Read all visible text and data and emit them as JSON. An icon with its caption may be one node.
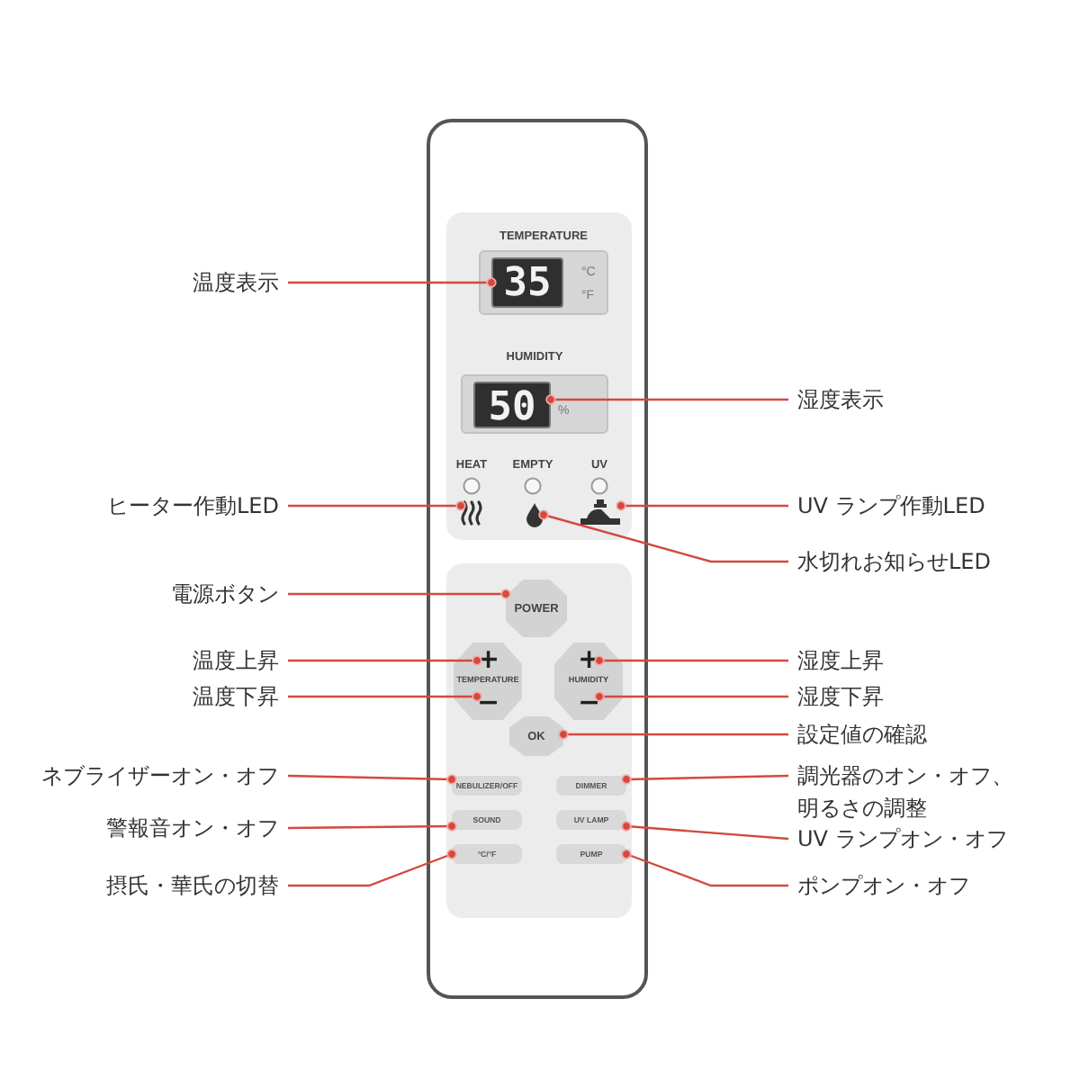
{
  "diagram": {
    "nodes": [
      {
        "text": [
          "温度表示"
        ]
      },
      {
        "text": [
          "°C",
          "°F"
        ]
      },
      {
        "text": [
          "35"
        ],
        "in": 1
      },
      {
        "text": [
          "%"
        ]
      },
      {
        "text": [
          "50"
        ],
        "in": 3
      },
      {
        "text": [
          "湿度表示"
        ]
      },
      {
        "text": [
          "ヒーター作動LED"
        ]
      },
      {
        "text": [],
        "shape": "picture"
      },
      {
        "text": [],
        "shape": "picture"
      },
      {
        "text": [],
        "shape": "picture"
      },
      {
        "text": [
          "UV ランプ作動LED"
        ]
      },
      {
        "text": [
          "水切れお知らせLED"
        ]
      },
      {
        "text": [
          "電源ボタン"
        ]
      },
      {
        "text": [
          "POWER"
        ]
      },
      {
        "text": [
          "温度上昇"
        ]
      },
      {
        "text": [
          "TEMPERATURE"
        ]
      },
      {
        "text": [
          "+"
        ],
        "in": 15
      },
      {
        "text": [
          "−"
        ],
        "in": 15
      },
      {
        "text": [
          "HUMIDITY"
        ]
      },
      {
        "text": [
          "+"
        ],
        "in": 18
      },
      {
        "text": [
          "−"
        ],
        "in": 18
      },
      {
        "text": [
          "湿度上昇"
        ]
      },
      {
        "text": [
          "温度下昇"
        ]
      },
      {
        "text": [
          "湿度下昇"
        ]
      },
      {
        "text": [
          "OK"
        ]
      },
      {
        "text": [
          "設定値の確認"
        ]
      },
      {
        "text": [
          "ネブライザーオン・オフ"
        ]
      },
      {
        "text": [
          "NEBULIZER/OFF"
        ]
      },
      {
        "text": [
          "DIMMER"
        ]
      },
      {
        "text": [
          "調光器のオン・オフ、明るさの調整"
        ]
      },
      {
        "text": [
          "警報音オン・オフ"
        ]
      },
      {
        "text": [
          "SOUND"
        ]
      },
      {
        "text": [
          "UV LAMP"
        ]
      },
      {
        "text": [
          "UV ランプオン・オフ"
        ]
      },
      {
        "text": [
          "摂氏・華氏の切替"
        ]
      },
      {
        "text": [
          "°C/°F"
        ]
      },
      {
        "text": [
          "PUMP"
        ]
      },
      {
        "text": [
          "ポンプオン・オフ"
        ]
      }
    ],
    "edges": [
      {
        "from": 0,
        "to": 2,
        "arrow": "other"
      },
      {
        "from": 5,
        "to": 4,
        "arrow": "other"
      },
      {
        "from": 6,
        "to": 7,
        "arrow": "other"
      },
      {
        "from": 10,
        "to": 9,
        "arrow": "other"
      },
      {
        "from": 11,
        "to": 8,
        "arrow": "other"
      },
      {
        "from": 12,
        "to": 13,
        "arrow": "other"
      },
      {
        "from": 14,
        "to": 16,
        "arrow": "other"
      },
      {
        "from": 21,
        "to": 19,
        "arrow": "other"
      },
      {
        "from": 22,
        "to": 17,
        "arrow": "other"
      },
      {
        "from": 23,
        "to": 20,
        "arrow": "other"
      },
      {
        "from": 25,
        "to": 24,
        "arrow": "other"
      },
      {
        "from": 26,
        "to": 27,
        "arrow": "other"
      },
      {
        "from": 29,
        "to": 28,
        "arrow": "other"
      },
      {
        "from": 30,
        "to": 31,
        "arrow": "other"
      },
      {
        "from": 33,
        "to": 32,
        "arrow": "other"
      },
      {
        "from": 34,
        "to": 35,
        "arrow": "other"
      },
      {
        "from": 37,
        "to": 36,
        "arrow": "other"
      }
    ],
    "labels": [
      "TEMPERATURE",
      "HUMIDITY",
      "HEAT",
      "EMPTY",
      "UV"
    ]
  }
}
